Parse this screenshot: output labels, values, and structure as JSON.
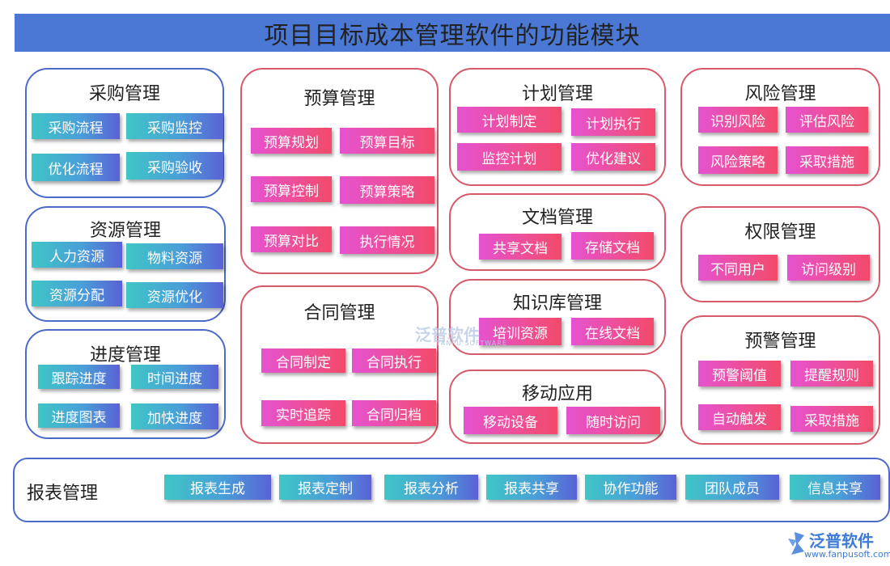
{
  "title": "项目目标成本管理软件的功能模块",
  "colors": {
    "banner": "#4a78d4",
    "teal_gradient": [
      "#3fc6c6",
      "#5a62d6"
    ],
    "pink_gradient": [
      "#e552d0",
      "#f24a6a"
    ],
    "blue_border": "#4a6bc8",
    "red_border": "#d65a6a"
  },
  "modules": {
    "procurement": {
      "title": "采购管理",
      "items": [
        "采购流程",
        "采购监控",
        "优化流程",
        "采购验收"
      ]
    },
    "resources": {
      "title": "资源管理",
      "items": [
        "人力资源",
        "物料资源",
        "资源分配",
        "资源优化"
      ]
    },
    "progress": {
      "title": "进度管理",
      "items": [
        "跟踪进度",
        "时间进度",
        "进度图表",
        "加快进度"
      ]
    },
    "budget": {
      "title": "预算管理",
      "items": [
        "预算规划",
        "预算目标",
        "预算控制",
        "预算策略",
        "预算对比",
        "执行情况"
      ]
    },
    "contract": {
      "title": "合同管理",
      "items": [
        "合同制定",
        "合同执行",
        "实时追踪",
        "合同归档"
      ]
    },
    "plan": {
      "title": "计划管理",
      "items": [
        "计划制定",
        "计划执行",
        "监控计划",
        "优化建议"
      ]
    },
    "documents": {
      "title": "文档管理",
      "items": [
        "共享文档",
        "存储文档"
      ]
    },
    "knowledge": {
      "title": "知识库管理",
      "items": [
        "培训资源",
        "在线文档"
      ]
    },
    "mobile": {
      "title": "移动应用",
      "items": [
        "移动设备",
        "随时访问"
      ]
    },
    "risk": {
      "title": "风险管理",
      "items": [
        "识别风险",
        "评估风险",
        "风险策略",
        "采取措施"
      ]
    },
    "permission": {
      "title": "权限管理",
      "items": [
        "不同用户",
        "访问级别"
      ]
    },
    "warning": {
      "title": "预警管理",
      "items": [
        "预警阈值",
        "提醒规则",
        "自动触发",
        "采取措施"
      ]
    },
    "report": {
      "title": "报表管理",
      "items": [
        "报表生成",
        "报表定制",
        "报表分析",
        "报表共享",
        "协作功能",
        "团队成员",
        "信息共享"
      ]
    }
  },
  "watermark": {
    "text": "泛普软件",
    "sub": "FANPU SOFTWARE"
  },
  "logo": {
    "name": "泛普软件",
    "url": "www.fanpusoft.com",
    "icon": "fanpu-logo-icon"
  }
}
